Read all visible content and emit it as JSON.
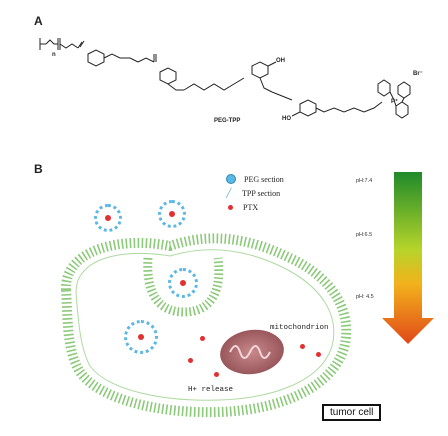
{
  "panel_a": {
    "label": "A",
    "compound_name": "PEG-TPP",
    "counter_ion": "Br⁻",
    "atoms": {
      "n": "n",
      "hydroxyl_1": "OH",
      "hydroxyl_2": "HO",
      "phosphorus": "P⁺"
    }
  },
  "panel_b": {
    "label": "B",
    "legend": [
      {
        "text": "PEG section",
        "icon": "peg-sphere-icon",
        "color": "#5bb7e3"
      },
      {
        "text": "TPP section",
        "icon": "tpp-tail-icon",
        "color": "#6ab0d8"
      },
      {
        "text": "PTX",
        "icon": "ptx-dot-icon",
        "color": "#e23030"
      }
    ],
    "ph_levels": [
      "pH:7.4",
      "pH:6.5",
      "pH: 4.5"
    ],
    "labels": {
      "mitochondrion": "mitochondrion",
      "release": "H+ release",
      "tumor_cell": "tumor cell"
    },
    "colors": {
      "membrane": "#8cc97a",
      "mitochondrion": "#b06a6e",
      "arrow_top": "#1f8a2a",
      "arrow_bottom": "#e04818"
    }
  }
}
